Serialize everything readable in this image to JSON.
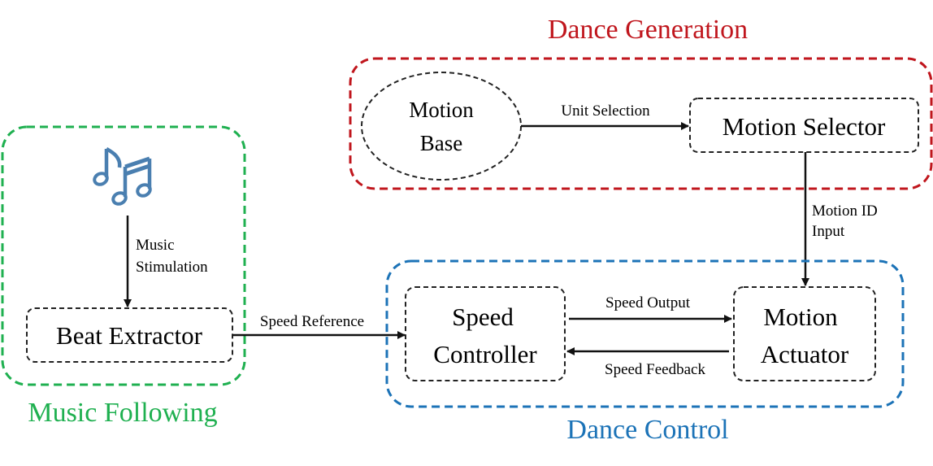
{
  "colors": {
    "dance_generation": "#c0161d",
    "music_following": "#1fb050",
    "dance_control": "#1c73b7",
    "node_border": "#222222",
    "arrow": "#111111",
    "music_icon": "#4a7fb0"
  },
  "groups": {
    "dance_generation": {
      "title": "Dance Generation"
    },
    "music_following": {
      "title": "Music Following"
    },
    "dance_control": {
      "title": "Dance Control"
    }
  },
  "nodes": {
    "motion_base": {
      "line1": "Motion",
      "line2": "Base"
    },
    "motion_selector": {
      "label": "Motion Selector"
    },
    "beat_extractor": {
      "label": "Beat Extractor"
    },
    "speed_controller": {
      "line1": "Speed",
      "line2": "Controller"
    },
    "motion_actuator": {
      "line1": "Motion",
      "line2": "Actuator"
    },
    "music_icon": {
      "icon": "music-notes-icon"
    }
  },
  "edges": {
    "unit_selection": {
      "label": "Unit Selection"
    },
    "motion_id_input": {
      "line1": "Motion ID",
      "line2": "Input"
    },
    "music_stimulation": {
      "line1": "Music",
      "line2": "Stimulation"
    },
    "speed_reference": {
      "label": "Speed Reference"
    },
    "speed_output": {
      "label": "Speed Output"
    },
    "speed_feedback": {
      "label": "Speed Feedback"
    }
  }
}
